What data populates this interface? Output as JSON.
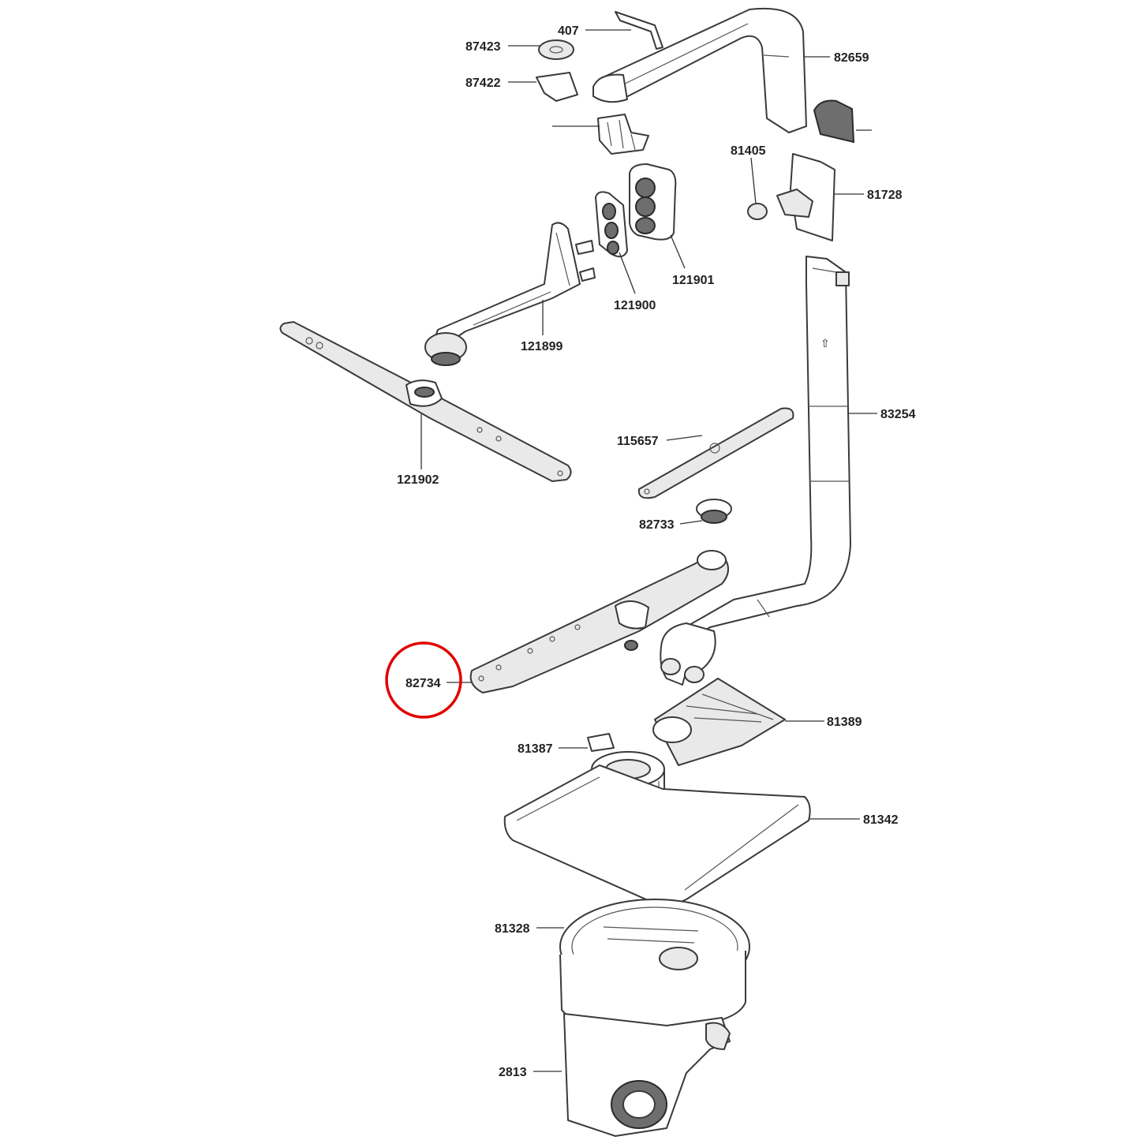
{
  "diagram": {
    "highlighted_part": "82734",
    "highlight_color": "#e00000",
    "parts": {
      "p407": "407",
      "p87423": "87423",
      "p87422": "87422",
      "p82659": "82659",
      "p81405": "81405",
      "p81728": "81728",
      "p121901": "121901",
      "p121900": "121900",
      "p121899": "121899",
      "p121902": "121902",
      "p83254": "83254",
      "p115657": "115657",
      "p82733": "82733",
      "p82734": "82734",
      "p81389": "81389",
      "p81387": "81387",
      "p81342": "81342",
      "p81328": "81328",
      "p2813": "2813"
    }
  }
}
